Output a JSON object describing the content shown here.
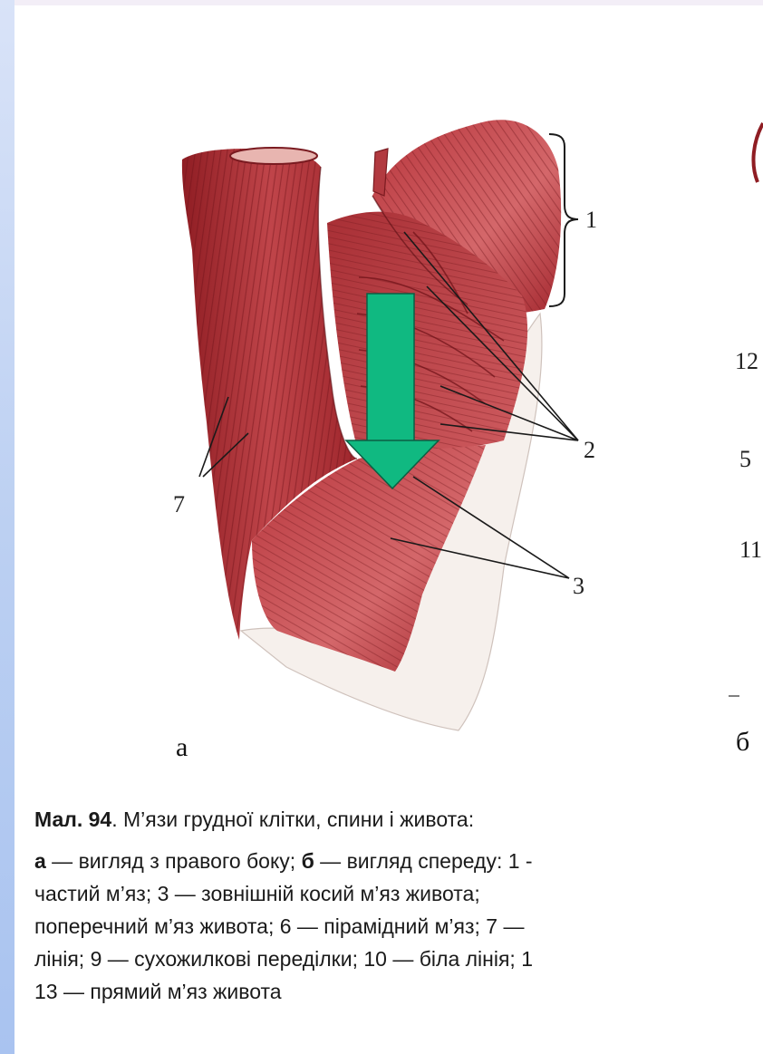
{
  "figure": {
    "panel_labels": {
      "a": "а",
      "b": "б"
    },
    "left_numbers": {
      "n1": "1",
      "n2": "2",
      "n3": "3",
      "n7": "7"
    },
    "right_numbers": {
      "n12": "12",
      "n5": "5",
      "n11": "11"
    },
    "arrow_color": "#10b981"
  },
  "caption": {
    "title_bold": "Мал. 94",
    "title_rest": ". М’язи грудної клітки, спини і живота:",
    "line1_a": "а",
    "line1_a_text": " — вигляд з правого боку; ",
    "line1_b": "б",
    "line1_b_text": " — вигляд спереду: 1 -",
    "line2": "частий м’яз; 3 — зовнішній косий м’яз живота;",
    "line3": "поперечний м’яз живота; 6 — пірамідний м’яз; 7 —",
    "line4": "лінія; 9 — сухожилкові переділки; 10 — біла лінія; 1",
    "line5": "13 — прямий м’яз живота"
  }
}
